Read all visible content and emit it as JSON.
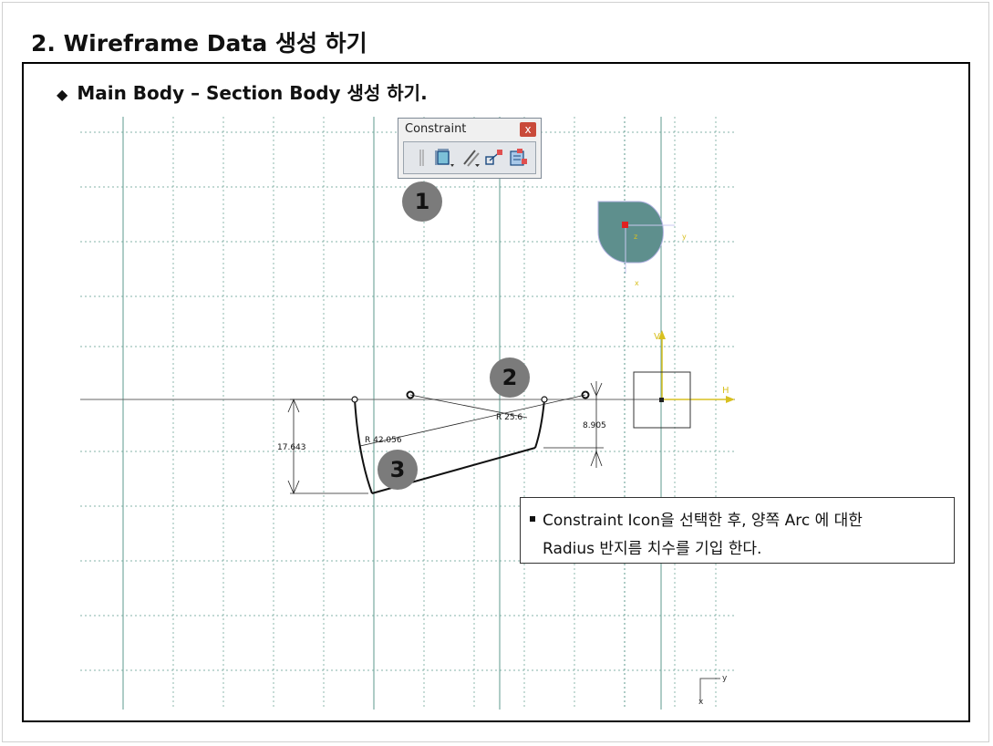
{
  "page_title": "2. Wireframe Data 생성 하기",
  "section_heading": "Main Body – Section Body 생성 하기.",
  "toolbar": {
    "title": "Constraint",
    "close_glyph": "x",
    "icons": [
      "constraint-grip-icon",
      "constraint-icon",
      "contact-constraint-icon",
      "fix-together-icon",
      "auto-constraint-icon"
    ]
  },
  "steps": [
    "1",
    "2",
    "3"
  ],
  "dimensions": {
    "radius_small": "R  25.6",
    "radius_large": "R  42.056",
    "height_left": "17.643",
    "height_right": "8.905"
  },
  "axis_labels": {
    "h": "H",
    "v": "V",
    "compass_y": "y",
    "compass_x": "x",
    "compass_z": "z"
  },
  "callout": {
    "line1": "Constraint Icon을 선택한 후, 양쪽 Arc 에 대한",
    "line2": "Radius 반지름 치수를 기입 한다."
  },
  "colors": {
    "grid": "#5c9a8c",
    "axis_yellow": "#d8c020",
    "compass_fill": "#5e8f8d",
    "step_fill": "#7b7b7b"
  }
}
